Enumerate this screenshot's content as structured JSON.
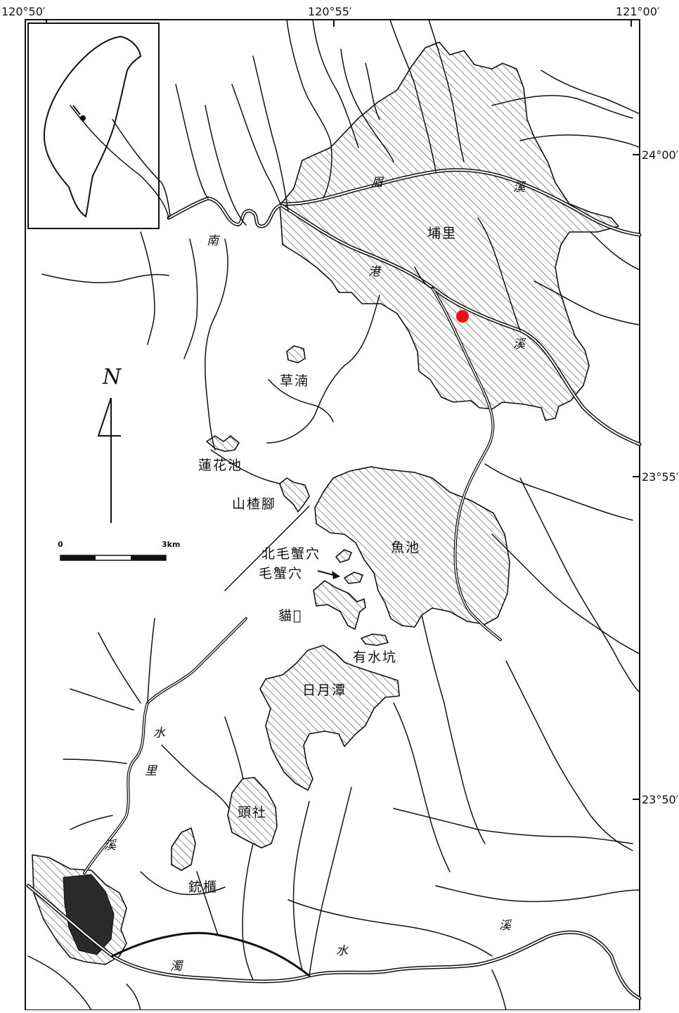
{
  "map": {
    "top_labels": [
      "120°50′",
      "120°55′",
      "121°00′"
    ],
    "right_labels": [
      "24°00′",
      "23°55′",
      "23°50′"
    ],
    "north_label": "N",
    "scale": {
      "start_label": "0",
      "end_label": "3km"
    },
    "places": {
      "puli": "埔里",
      "caotun": "草湳",
      "lianhuachi": "蓮花池",
      "shanzhajiao": "山楂腳",
      "yuchi": "魚池",
      "beimaoxiexue": "北毛蟹穴",
      "maoxiexue": "毛蟹穴",
      "maolan": "貓𡋺",
      "youshuikeng": "有水坑",
      "riyuetan": "日月潭",
      "toushe": "頭社",
      "chonggui": "銃櫃"
    },
    "rivers": {
      "mei_1": "眉",
      "mei_2": "溪",
      "nangang_1": "南",
      "nangang_2": "港",
      "nangang_3": "溪",
      "shuili_1": "水",
      "shuili_2": "里",
      "shuili_3": "溪",
      "zhuoshui_1": "濁",
      "zhuoshui_2": "水",
      "zhuoshui_3": "溪"
    },
    "marker_color": "#ee1111"
  }
}
